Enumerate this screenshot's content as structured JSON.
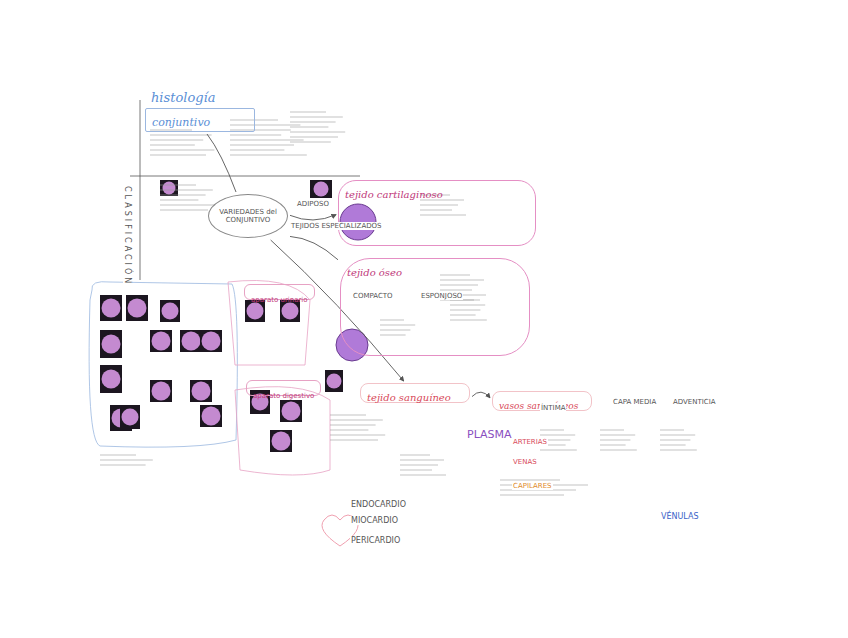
{
  "diagram": {
    "title": "histología",
    "nodes": [
      {
        "text": [
          "conjuntivo"
        ]
      },
      {
        "text": [
          "VARIEDADES del CONJUNTIVO"
        ]
      },
      {
        "text": [
          "tejido cartilaginoso"
        ]
      },
      {
        "text": [
          "tejido óseo"
        ]
      },
      {
        "text": [
          "tejido sanguíneo"
        ]
      },
      {
        "text": [
          "vasos sanguíneos"
        ]
      },
      {
        "text": [
          "aparato urinario"
        ]
      },
      {
        "text": [
          "aparato digestivo"
        ]
      }
    ],
    "edges": [
      {
        "from": 0,
        "to": 1,
        "arrow": "none"
      },
      {
        "from": 1,
        "to": 2,
        "arrow": "to"
      },
      {
        "from": 1,
        "to": 3,
        "arrow": "none"
      },
      {
        "from": 1,
        "to": 4,
        "arrow": "to"
      },
      {
        "from": 4,
        "to": 5,
        "arrow": "to"
      }
    ],
    "labels": [
      "CLASIFICACIÓN",
      "ADIPOSO",
      "TEJIDOS ESPECIALIZADOS",
      "COMPACTO",
      "ESPONJOSO",
      "PLASMA",
      "ENDOCARDIO",
      "MIOCARDIO",
      "PERICARDIO",
      "ÍNTIMA",
      "CAPA MEDIA",
      "ADVENTICIA",
      "ARTERIAS",
      "VENAS",
      "CAPILARES",
      "VÉNULAS"
    ]
  }
}
